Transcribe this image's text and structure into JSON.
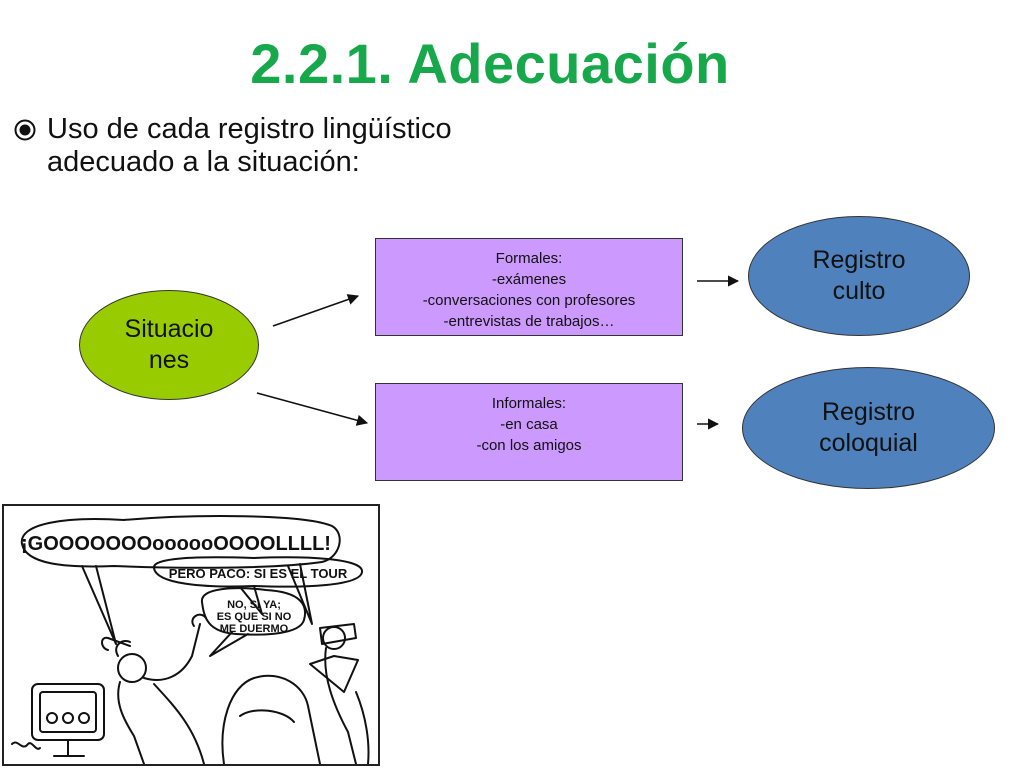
{
  "slide": {
    "title": "2.2.1. Adecuación",
    "bullet": {
      "icon": "radio-bullet-icon",
      "line1": "Uso de cada registro lingüístico",
      "line2": "adecuado a la situación:"
    }
  },
  "diagram": {
    "situaciones": {
      "text": "Situacio\nnes",
      "color": "#99cc00"
    },
    "formales": {
      "lines": [
        "Formales:",
        "-exámenes",
        "-conversaciones con profesores",
        "-entrevistas de trabajos…"
      ],
      "color": "#cc99ff"
    },
    "informales": {
      "lines": [
        "Informales:",
        "-en casa",
        "-con los amigos"
      ],
      "color": "#cc99ff"
    },
    "registro_culto": {
      "text": "Registro\nculto",
      "color": "#4f81bd"
    },
    "registro_coloquial": {
      "text": "Registro\ncoloquial",
      "color": "#4f81bd"
    }
  },
  "comic": {
    "speech1": "¡GOOOOOOOoooooOOOOLLLL!",
    "speech2": "PERO PACO: SI ES EL TOUR",
    "speech3_line1": "NO, SI YA;",
    "speech3_line2": "ES QUE SI NO",
    "speech3_line3": "ME DUERMO"
  }
}
